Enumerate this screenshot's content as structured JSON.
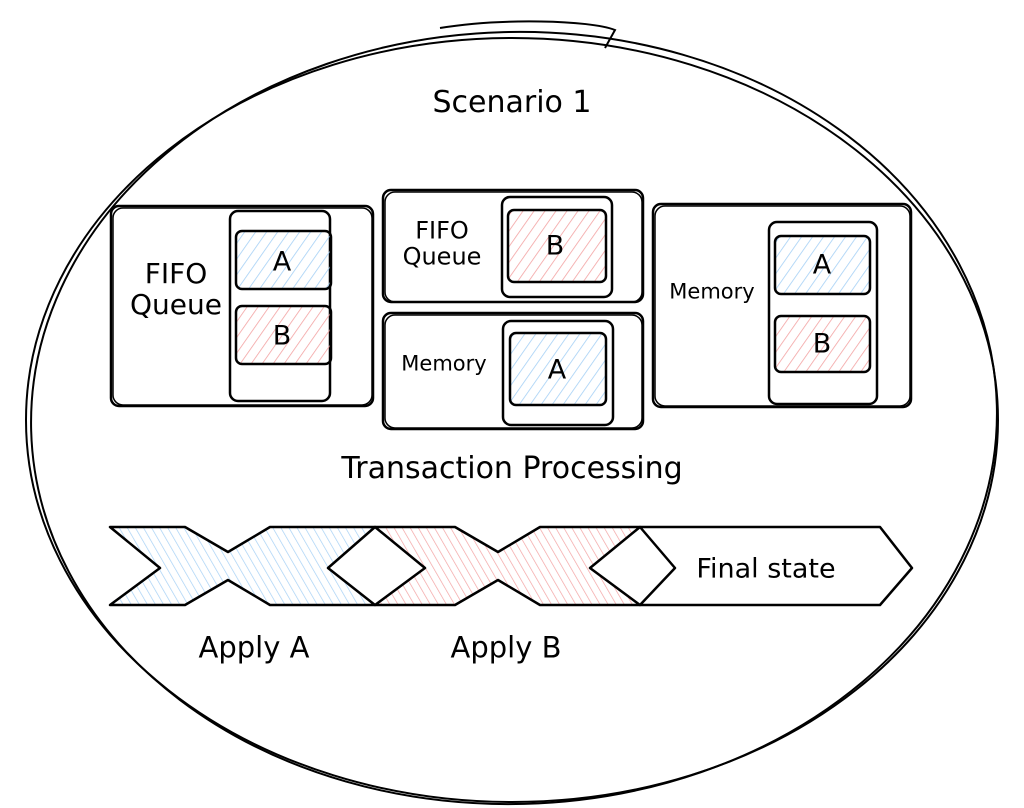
{
  "diagram": {
    "title": "Scenario 1",
    "colors": {
      "stroke": "#000000",
      "hatch_a": "#a5d0f5",
      "hatch_b": "#f3a2a2"
    },
    "panels": [
      {
        "id": "panel-initial",
        "container_label_line1": "FIFO",
        "container_label_line2": "Queue",
        "items": [
          "A",
          "B"
        ]
      },
      {
        "id": "panel-processing",
        "queue_label_line1": "FIFO",
        "queue_label_line2": "Queue",
        "queue_items": [
          "B"
        ],
        "memory_label": "Memory",
        "memory_items": [
          "A"
        ]
      },
      {
        "id": "panel-final",
        "memory_label": "Memory",
        "items": [
          "A",
          "B"
        ]
      }
    ],
    "section_label": "Transaction Processing",
    "timeline": {
      "steps": [
        {
          "label": "Apply A",
          "item": "A"
        },
        {
          "label": "Apply B",
          "item": "B"
        }
      ],
      "final_label": "Final state"
    }
  }
}
